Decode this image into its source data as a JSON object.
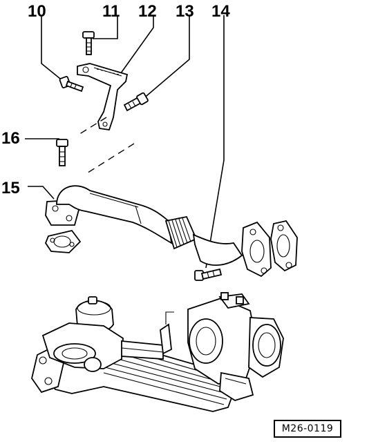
{
  "callouts": {
    "c10": "10",
    "c11": "11",
    "c12": "12",
    "c13": "13",
    "c14": "14",
    "c15": "15",
    "c16": "16"
  },
  "reference_code": "M26-0119"
}
